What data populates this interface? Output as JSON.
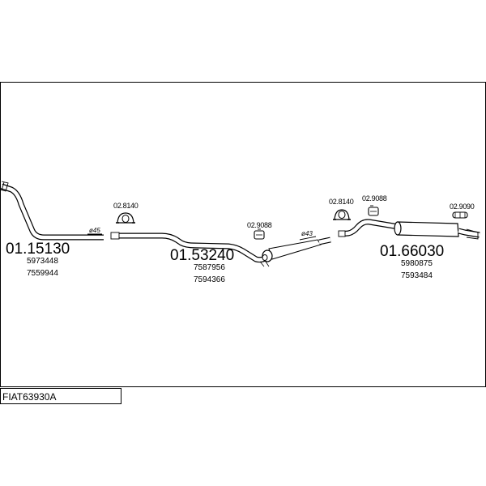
{
  "diagram_code": "FIAT63930A",
  "parts": {
    "front_pipe": {
      "number": "01.15130",
      "refs": [
        "5973448",
        "7559944"
      ],
      "diameter": "ø45"
    },
    "center_section": {
      "number": "01.53240",
      "refs": [
        "7587956",
        "7594366"
      ],
      "diameter": "ø43"
    },
    "rear_silencer": {
      "number": "01.66030",
      "refs": [
        "5980875",
        "7593484"
      ]
    }
  },
  "mounts": {
    "clamp_front": "02.8140",
    "clamp_rear": "02.8140",
    "hanger_mid": "02.9088",
    "hanger_rear": "02.9088",
    "hanger_tail": "02.9090"
  }
}
